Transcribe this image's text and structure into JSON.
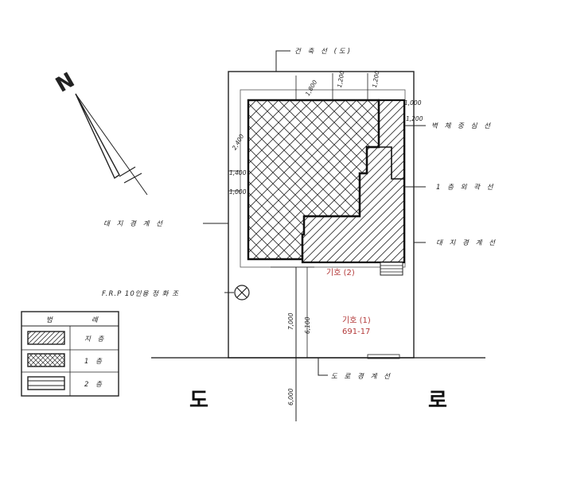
{
  "labels": {
    "top_leader": "건 축 선 (도)",
    "exterior_wall_center": "벽 체 중 심 선",
    "first_floor_outline": "1 층   외 곽 선",
    "lot_boundary_right": "대 지 경 계 선",
    "lot_boundary_left": "대 지 경 계 선",
    "frp_tank": "F.R.P  10인용  정 화 조",
    "road_boundary": "도 로 경 계 선",
    "unit_2": "기호 (2)",
    "unit_1": "기호 (1)",
    "lot_number": "691-17",
    "road_left": "도",
    "road_right": "로"
  },
  "dimensions": {
    "d1": "1,800",
    "d2": "1,200",
    "d3": "1,200",
    "d4": "2,400",
    "d5": "1,400",
    "d6": "1,000",
    "d7": "1,000",
    "d8": "1,200",
    "d9": "7,000",
    "d10": "6,100",
    "d11": "6,000"
  },
  "north_label": "N",
  "legend": {
    "header_left": "범",
    "header_right": "례",
    "rows": [
      {
        "name": "지 층",
        "pattern": "single"
      },
      {
        "name": "1 층",
        "pattern": "cross"
      },
      {
        "name": "2 층",
        "pattern": "lines"
      }
    ]
  },
  "colors": {
    "ink": "#222222",
    "note_red": "#b33a3a"
  }
}
